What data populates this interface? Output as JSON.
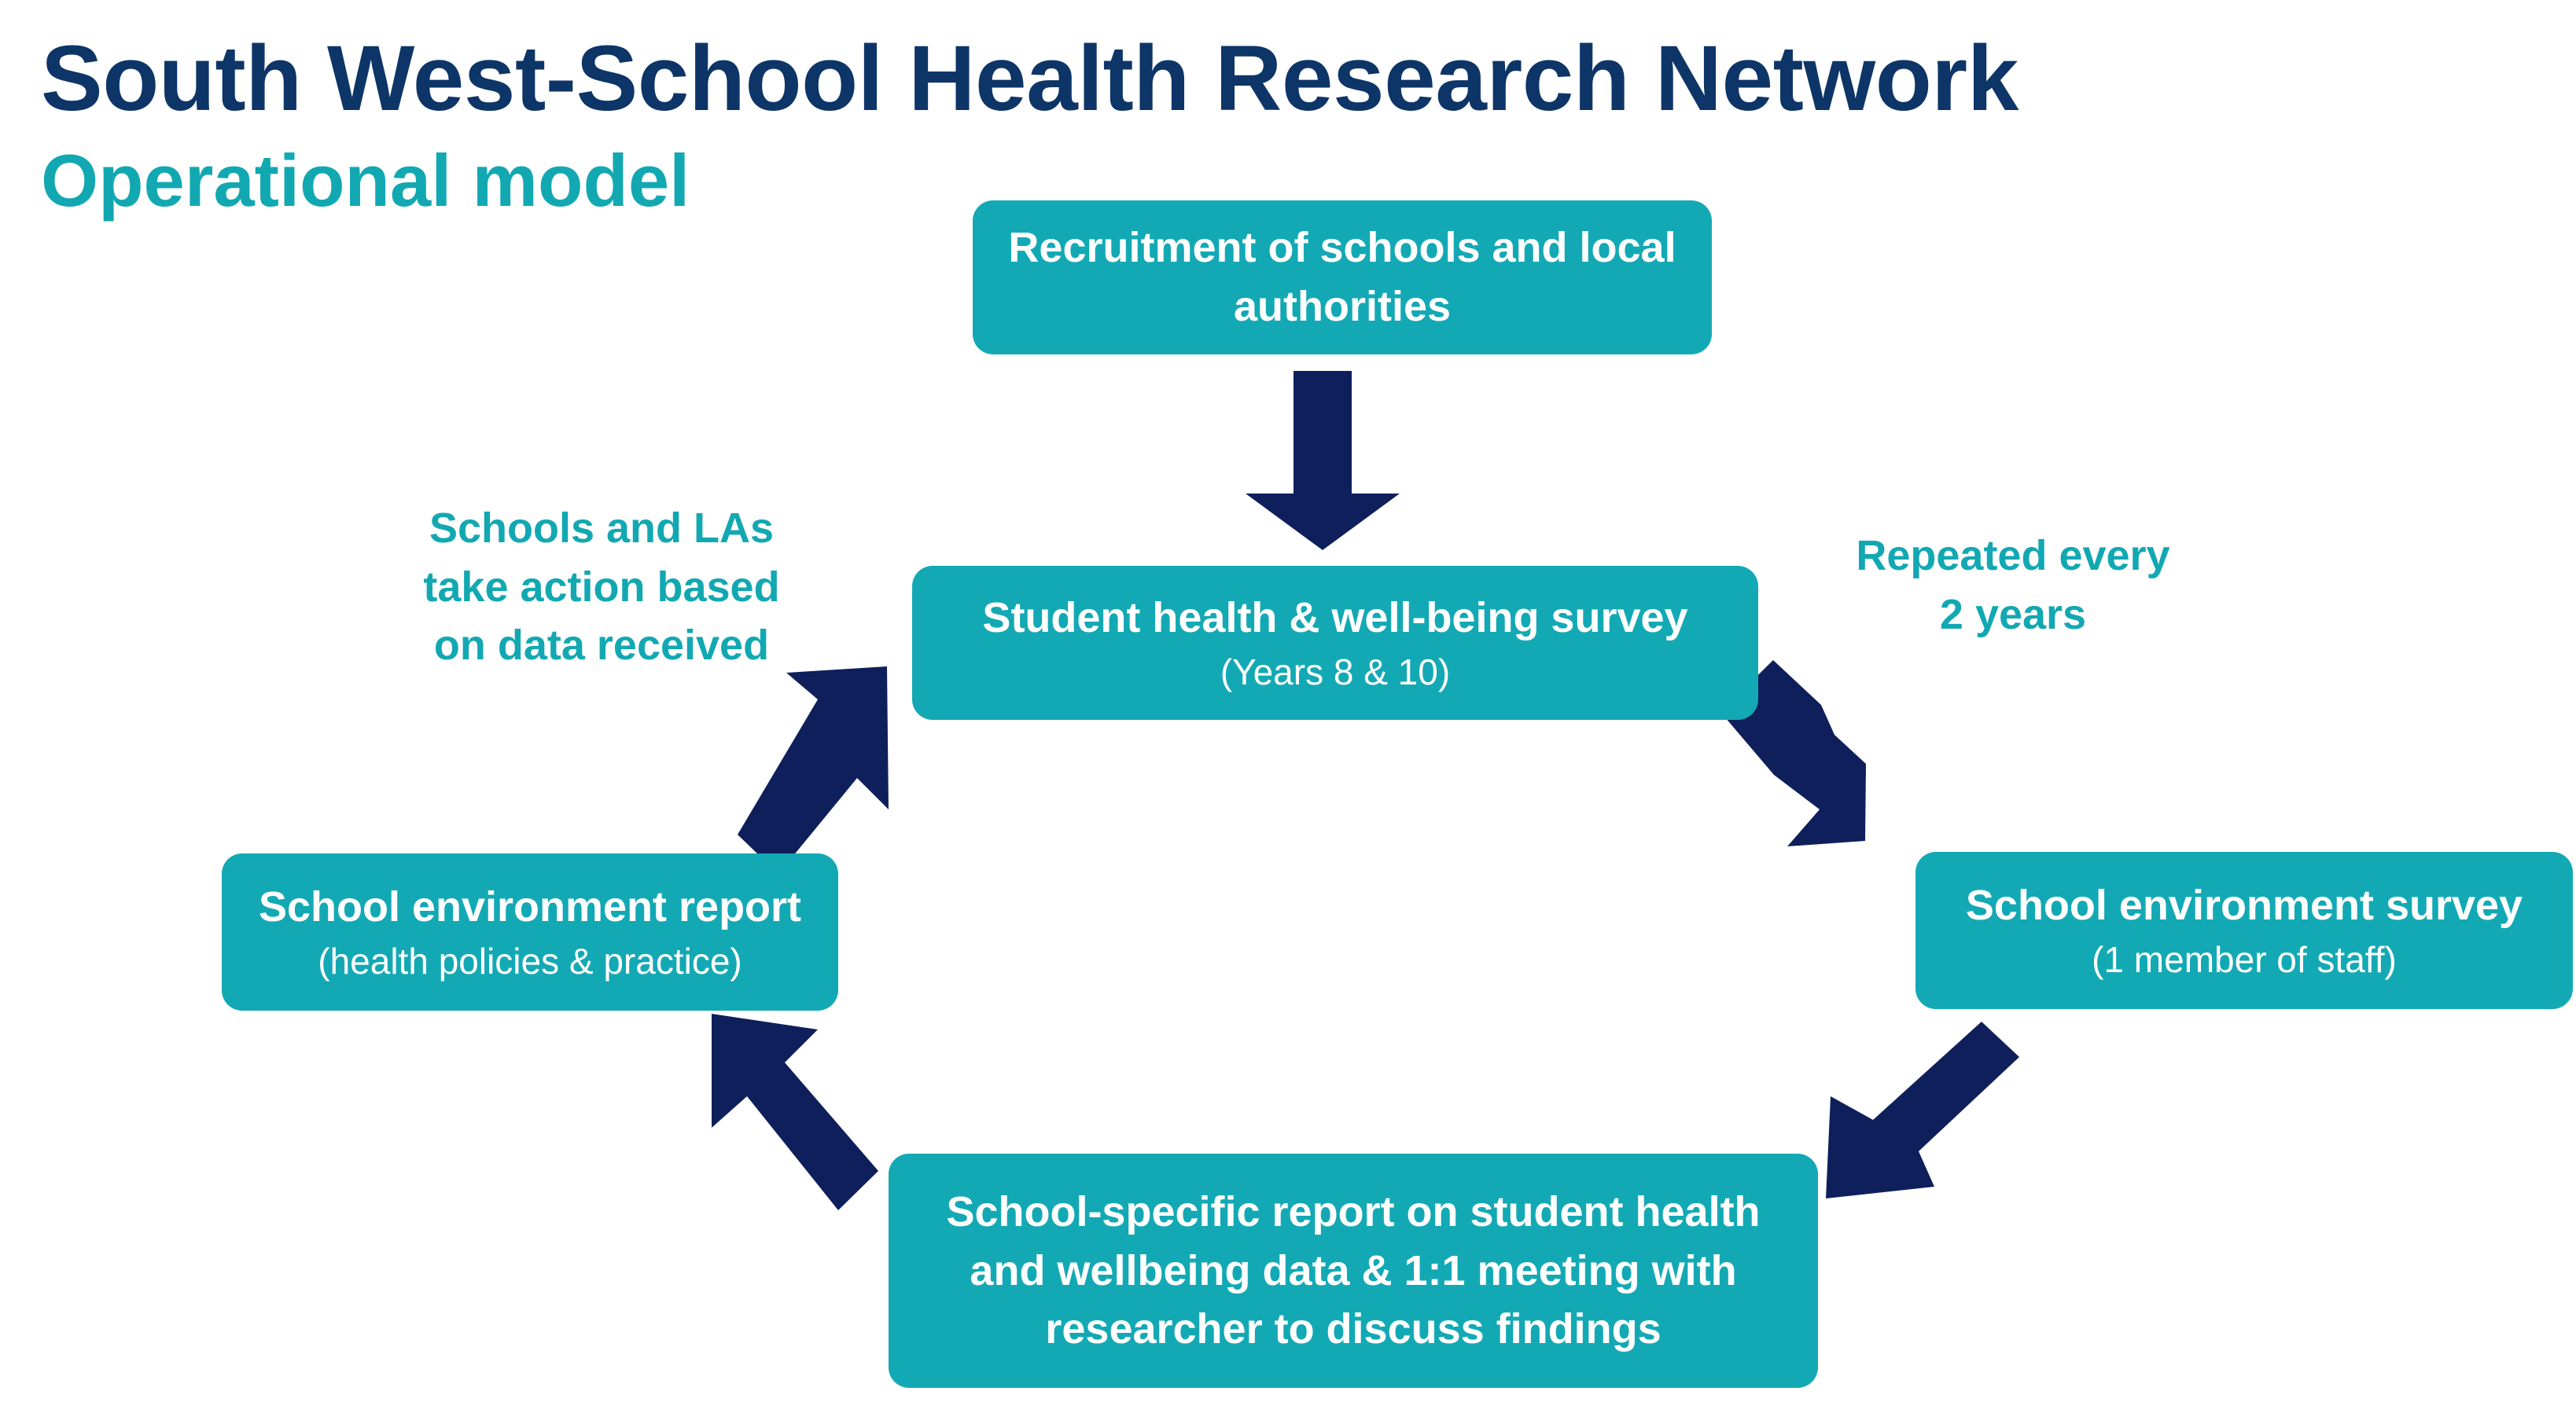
{
  "header": {
    "title": "South West-School Health Research Network",
    "subtitle": "Operational model"
  },
  "nodes": {
    "recruitment": {
      "main": "Recruitment of schools and local authorities"
    },
    "student_survey": {
      "main": "Student health & well-being survey",
      "sub": "(Years 8 & 10)"
    },
    "environment_survey": {
      "main": "School environment survey",
      "sub": "(1 member of staff)"
    },
    "specific_report": {
      "main": "School-specific report on student health and wellbeing data & 1:1 meeting with researcher to discuss findings"
    },
    "environment_report": {
      "main": "School environment report",
      "sub": "(health policies & practice)"
    }
  },
  "notes": {
    "action": "Schools and LAs\ntake action based\non data received",
    "repeat": "Repeated every\n2 years"
  },
  "colors": {
    "title": "#0d3567",
    "accent": "#12a8b2",
    "box": "#13a9b4",
    "arrow": "#0e1f5b"
  }
}
